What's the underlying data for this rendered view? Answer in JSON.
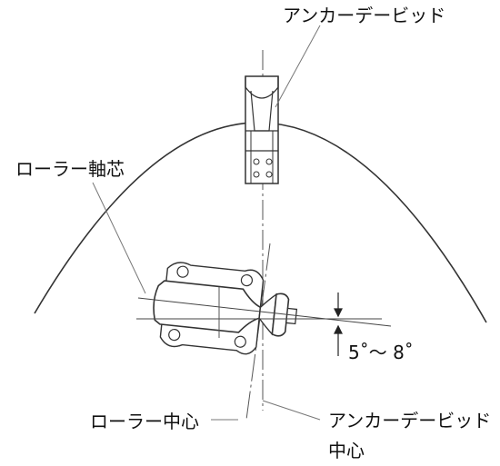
{
  "labels": {
    "anchor_davit": "アンカーデービッド",
    "roller_axis": "ローラー軸芯",
    "angle": "5˚～ 8˚",
    "roller_center": "ローラー中心",
    "anchor_davit_center_line1": "アンカーデービッド",
    "anchor_davit_center_line2": "中心"
  },
  "colors": {
    "line": "#333333",
    "leader": "#777777",
    "fill": "#ffffff"
  }
}
